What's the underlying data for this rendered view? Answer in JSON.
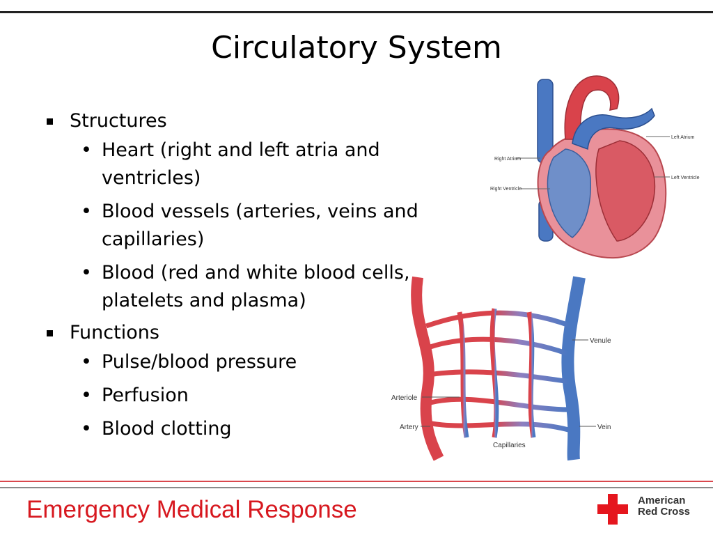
{
  "slide": {
    "title": "Circulatory System",
    "bullets": [
      {
        "label": "Structures",
        "items": [
          "Heart (right and left atria and ventricles)",
          "Blood vessels (arteries, veins and capillaries)",
          "Blood (red and white blood cells, platelets and plasma)"
        ]
      },
      {
        "label": "Functions",
        "items": [
          "Pulse/blood pressure",
          "Perfusion",
          "Blood clotting"
        ]
      }
    ]
  },
  "heart_figure": {
    "labels": {
      "left_atrium": "Left Atrium",
      "right_atrium": "Right Atrium",
      "right_ventricle": "Right Ventricle",
      "left_ventricle": "Left Ventricle"
    }
  },
  "capillary_figure": {
    "labels": {
      "venule": "Venule",
      "arteriole": "Arteriole",
      "artery": "Artery",
      "vein": "Vein",
      "capillaries": "Capillaries"
    }
  },
  "footer": {
    "text": "Emergency Medical Response",
    "logo_line1": "American",
    "logo_line2": "Red Cross"
  },
  "colors": {
    "footer_text": "#d7181f",
    "artery_red": "#d9434b",
    "vein_blue": "#4a78c2",
    "cross_red": "#e5161e"
  }
}
